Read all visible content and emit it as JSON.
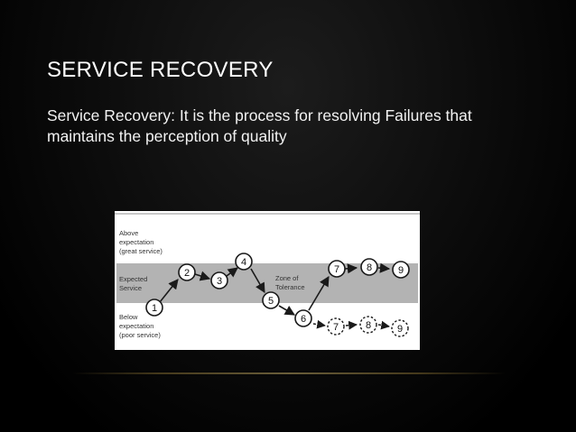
{
  "slide": {
    "title": "SERVICE RECOVERY",
    "body": "Service Recovery: It  is the process for resolving Failures that maintains the perception of quality"
  },
  "diagram": {
    "band_color": "#b3b3b3",
    "background_color": "#ffffff",
    "node_fill": "#ffffff",
    "stroke_color": "#1a1a1a",
    "zones": {
      "above": [
        "Above",
        "expectation",
        "(great service)"
      ],
      "expected": [
        "Expected",
        "Service"
      ],
      "below": [
        "Below",
        "expectation",
        "(poor service)"
      ]
    },
    "tolerance": [
      "Zone of",
      "Tolerance"
    ],
    "nodes": [
      "1",
      "2",
      "3",
      "4",
      "5",
      "6",
      "7",
      "8",
      "9"
    ],
    "failure_nodes": [
      "7",
      "8",
      "9"
    ]
  }
}
